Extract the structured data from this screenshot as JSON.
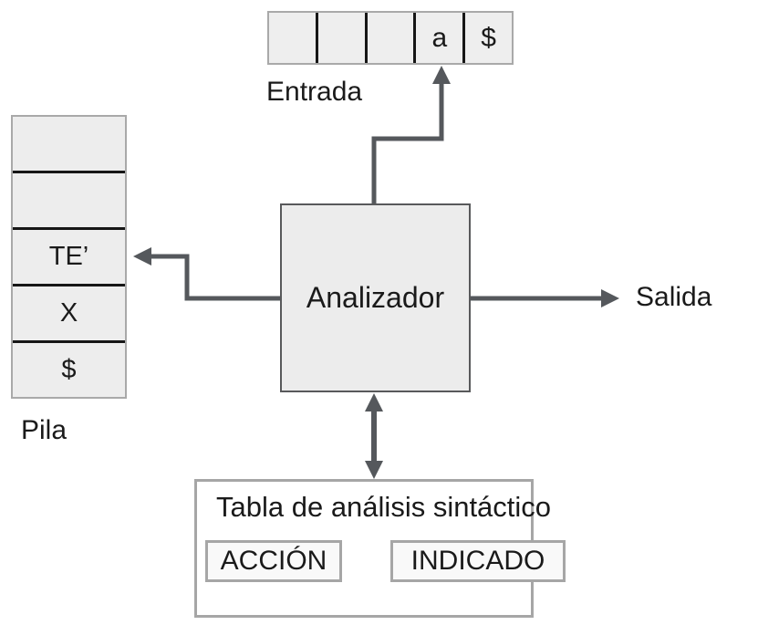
{
  "diagram": {
    "input_tape": {
      "label": "Entrada",
      "cells": [
        "",
        "",
        "",
        "a",
        "$"
      ]
    },
    "stack": {
      "label": "Pila",
      "cells": [
        "",
        "",
        "TE’",
        "X",
        "$"
      ]
    },
    "analyzer": {
      "label": "Analizador"
    },
    "output": {
      "label": "Salida"
    },
    "table": {
      "title": "Tabla de análisis sintáctico",
      "action_box": "ACCIÓN",
      "goto_box": "INDICADO"
    },
    "colors": {
      "arrow": "#55585c",
      "cell_fill": "#ededed",
      "cell_outer_border": "#a9a9a9",
      "cell_divider": "#161616",
      "analyzer_fill": "#ececec",
      "analyzer_border": "#58595b",
      "table_border": "#a6a6a6",
      "text": "#1a1a1a"
    }
  }
}
